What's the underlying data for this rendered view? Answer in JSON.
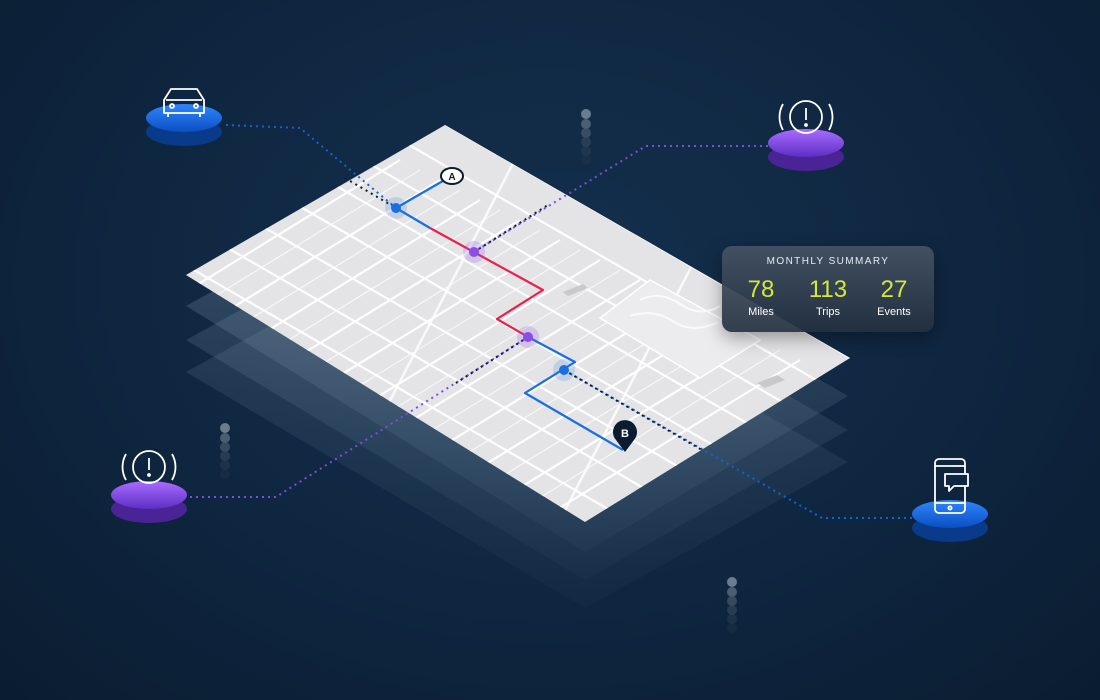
{
  "summary": {
    "title": "MONTHLY SUMMARY",
    "stats": [
      {
        "value": "78",
        "label": "Miles"
      },
      {
        "value": "113",
        "label": "Trips"
      },
      {
        "value": "27",
        "label": "Events"
      }
    ]
  },
  "route": {
    "start_label": "A",
    "end_label": "B"
  },
  "icons": {
    "car": "car-icon",
    "alert_top": "alert-icon",
    "alert_left": "alert-icon",
    "phone": "phone-message-icon"
  },
  "colors": {
    "background": "#0f2640",
    "route_blue": "#1a6fe0",
    "route_red": "#e8204f",
    "event_purple": "#8a4de8",
    "stat_yellow": "#d4e83a",
    "map": "#e4e4e6"
  }
}
